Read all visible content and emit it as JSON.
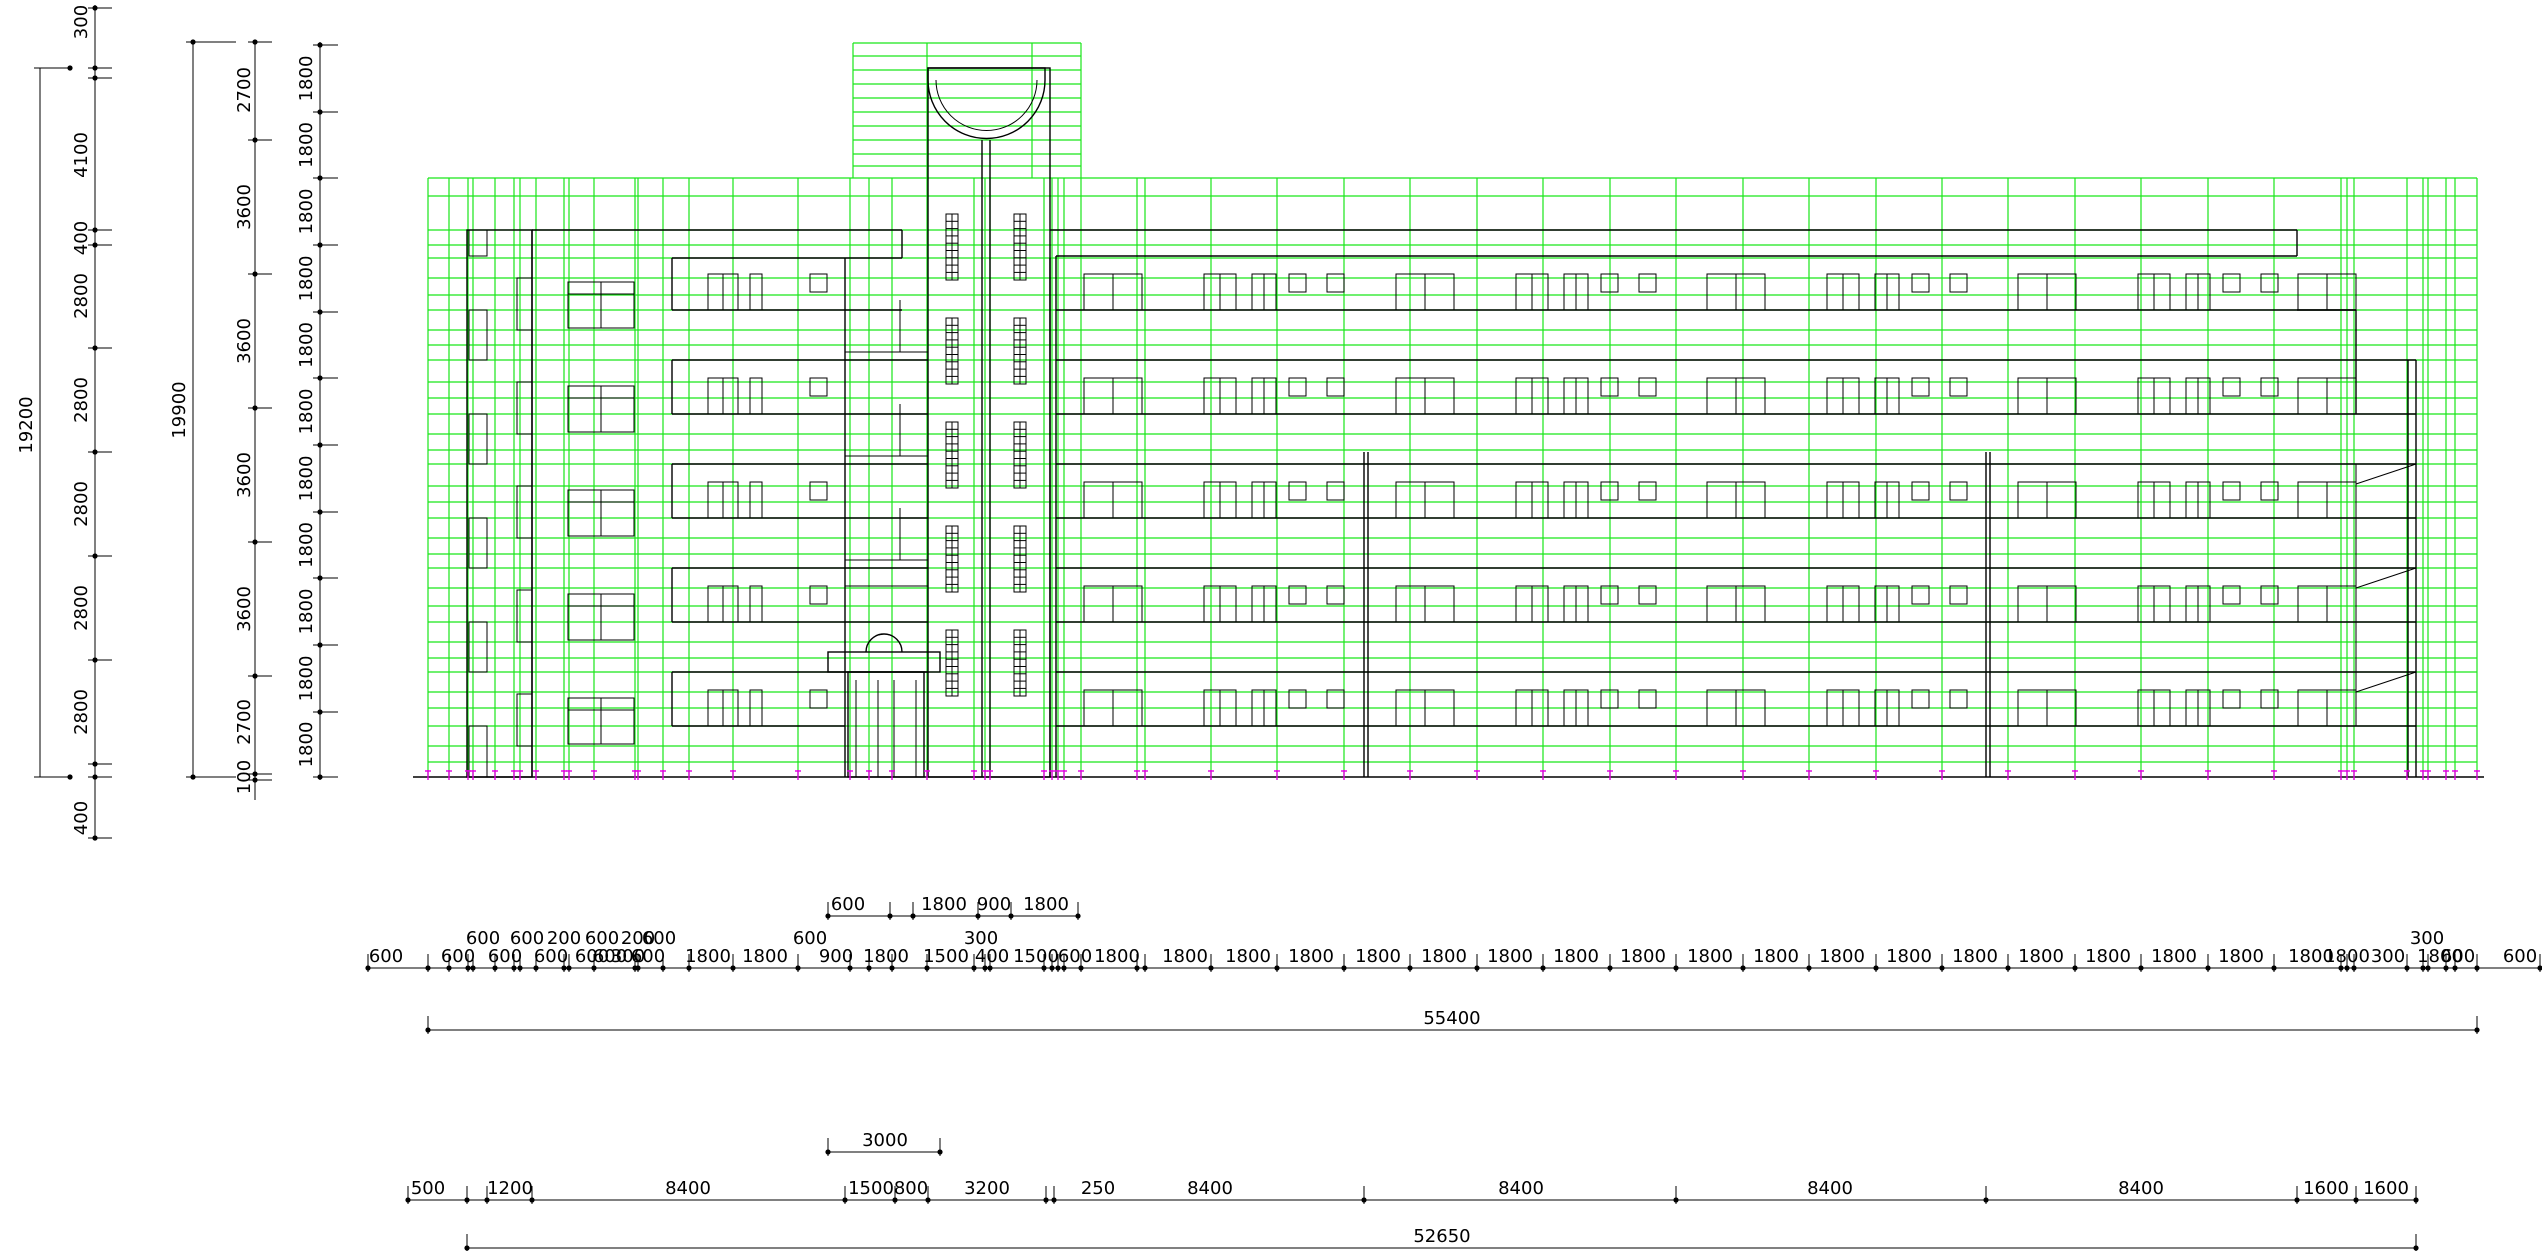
{
  "colors": {
    "scaffold": "#19e619",
    "building": "#000000",
    "anchor": "#e000e0",
    "background": "#ffffff"
  },
  "left_dims": {
    "total_a": "19200",
    "total_b": "19900",
    "col1": [
      "300",
      "4100",
      "400",
      "2800",
      "2800",
      "2800",
      "2800",
      "2800",
      "400"
    ],
    "col2": [
      "2700",
      "3600",
      "3600",
      "3600",
      "3600",
      "2700",
      "100"
    ],
    "col3": [
      "1800",
      "1800",
      "1800",
      "1800",
      "1800",
      "1800",
      "1800",
      "1800",
      "1800",
      "1800",
      "1800"
    ]
  },
  "scaffold_dims": {
    "upper": [
      "600",
      "1800",
      "900",
      "1800"
    ],
    "row_top": [
      "600",
      "600",
      "200",
      "600",
      "200",
      "600",
      "300",
      "300"
    ],
    "row_main": [
      "600",
      "600",
      "600",
      "600",
      "600",
      "600",
      "300",
      "600",
      "1800",
      "1800",
      "900",
      "1800",
      "1500",
      "400",
      "1500",
      "600",
      "1800",
      "1800",
      "1800",
      "1800",
      "1800",
      "1800",
      "1800",
      "1800",
      "1800",
      "1800",
      "1800",
      "1800",
      "1800",
      "1800",
      "1800",
      "1800",
      "1800",
      "1800",
      "1800",
      "1800",
      "300",
      "1800",
      "600",
      "600"
    ],
    "total": "55400"
  },
  "building_dims": {
    "upper": "3000",
    "row": [
      "500",
      "1200",
      "8400",
      "1500",
      "800",
      "3200",
      "250",
      "8400",
      "8400",
      "8400",
      "8400",
      "1600",
      "1600"
    ],
    "total": "52650"
  }
}
